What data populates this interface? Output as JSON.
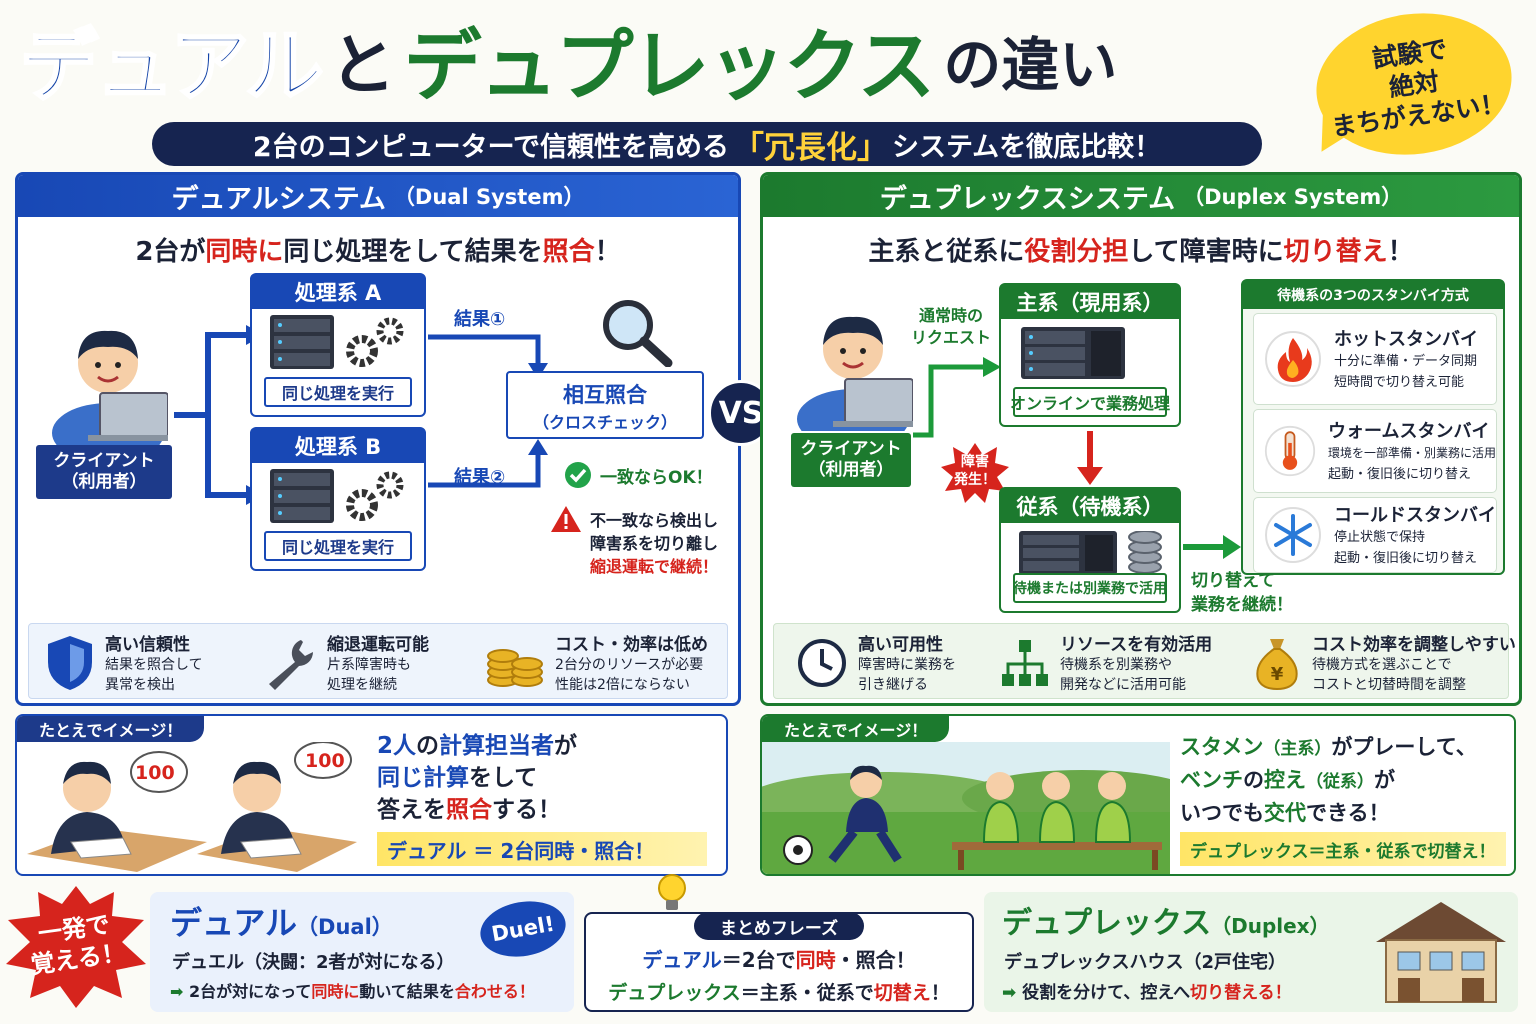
{
  "header": {
    "title_dual": "デュアル",
    "title_to": "と",
    "title_duplex": "デュプレックス",
    "title_tail": "の違い",
    "subtitle_pre": "2台のコンピューターで信頼性を高める",
    "subtitle_hl": "「冗長化」",
    "subtitle_post": "システムを徹底比較！",
    "bubble_l1": "試験で",
    "bubble_l2": "絶対",
    "bubble_l3": "まちがえない！"
  },
  "dual": {
    "head": "デュアルシステム",
    "head_en": "（Dual System）",
    "lead_a": "2台が",
    "lead_b": "同時に",
    "lead_c": "同じ処理をして結果を",
    "lead_d": "照合",
    "lead_e": "！",
    "client_l1": "クライアント",
    "client_l2": "（利用者）",
    "sys_a": "処理系 A",
    "sys_b": "処理系 B",
    "sys_ft": "同じ処理を実行",
    "result1": "結果①",
    "result2": "結果②",
    "cross_l1": "相互照合",
    "cross_l2": "（クロスチェック）",
    "ok": "一致ならOK！",
    "ng_l1": "不一致なら検出し",
    "ng_l2": "障害系を切り離し",
    "ng_l3": "縮退運転で継続！",
    "features": [
      {
        "title": "高い信頼性",
        "l1": "結果を照合して",
        "l2": "異常を検出"
      },
      {
        "title": "縮退運転可能",
        "l1": "片系障害時も",
        "l2": "処理を継続"
      },
      {
        "title": "コスト・効率は低め",
        "l1": "2台分のリソースが必要",
        "l2": "性能は2倍にならない"
      }
    ],
    "image_tag": "たとえでイメージ！",
    "thought": "100",
    "m1a": "2人",
    "m1b": "の",
    "m1c": "計算担当者",
    "m1d": "が",
    "m2a": "同じ計算",
    "m2b": "をして",
    "m3a": "答えを",
    "m3b": "照合",
    "m3c": "する！",
    "summary": "デュアル ＝ 2台同時・照合！"
  },
  "vs": "VS",
  "duplex": {
    "head": "デュプレックスシステム",
    "head_en": "（Duplex System）",
    "lead_a": "主系と従系に",
    "lead_b": "役割分担",
    "lead_c": "して障害時に",
    "lead_d": "切り替え",
    "lead_e": "！",
    "req_l1": "通常時の",
    "req_l2": "リクエスト",
    "client_l1": "クライアント",
    "client_l2": "（利用者）",
    "main_sys": "主系（現用系）",
    "main_ft": "オンラインで業務処理",
    "fault_l1": "障害",
    "fault_l2": "発生！",
    "sub_sys": "従系（待機系）",
    "sub_ft": "待機または別業務で活用",
    "switch_l1": "切り替えて",
    "switch_l2": "業務を継続！",
    "standby_head": "待機系の3つのスタンバイ方式",
    "standbys": [
      {
        "name": "ホットスタンバイ",
        "l1": "十分に準備・データ同期",
        "l2": "短時間で切り替え可能",
        "icon": "fire-icon"
      },
      {
        "name": "ウォームスタンバイ",
        "l1": "環境を一部準備・別業務に活用",
        "l2": "起動・復旧後に切り替え",
        "icon": "thermometer-icon"
      },
      {
        "name": "コールドスタンバイ",
        "l1": "停止状態で保持",
        "l2": "起動・復旧後に切り替え",
        "icon": "snowflake-icon"
      }
    ],
    "features": [
      {
        "title": "高い可用性",
        "l1": "障害時に業務を",
        "l2": "引き継げる"
      },
      {
        "title": "リソースを有効活用",
        "l1": "待機系を別業務や",
        "l2": "開発などに活用可能"
      },
      {
        "title": "コスト効率を調整しやすい",
        "l1": "待機方式を選ぶことで",
        "l2": "コストと切替時間を調整"
      }
    ],
    "image_tag": "たとえでイメージ！",
    "m1a": "スタメン",
    "m1b": "（主系）",
    "m1c": "がプレーして、",
    "m2a": "ベンチ",
    "m2b": "の",
    "m2c": "控え",
    "m2d": "（従系）",
    "m2e": "が",
    "m3a": "いつでも",
    "m3b": "交代",
    "m3c": "できる！",
    "summary": "デュプレックス＝主系・従系で切替え！"
  },
  "bottom": {
    "ippatsu_l1": "一発で",
    "ippatsu_l2": "覚える！",
    "dual_title": "デュアル",
    "dual_en": "（Dual）",
    "duel": "Duel!",
    "dual_l1": "デュエル（決闘：2者が対になる）",
    "dual_l2a": "2台が対になって",
    "dual_l2b": "同時に",
    "dual_l2c": "動いて結果を",
    "dual_l2d": "合わせる！",
    "phrase_head": "まとめフレーズ",
    "phrase_l1a": "デュアル",
    "phrase_l1b": "＝2台で",
    "phrase_l1c": "同時",
    "phrase_l1d": "・照合！",
    "phrase_l2a": "デュプレックス",
    "phrase_l2b": "＝主系・従系で",
    "phrase_l2c": "切替え",
    "phrase_l2d": "！",
    "duplex_title": "デュプレックス",
    "duplex_en": "（Duplex）",
    "duplex_l1": "デュプレックスハウス（2戸住宅）",
    "duplex_l2a": "役割を分けて、控えへ",
    "duplex_l2b": "切り替える！"
  },
  "colors": {
    "dual": "#1848b5",
    "duplex": "#1c7a2e",
    "accent": "#d6241d",
    "navy": "#162450",
    "yellow": "#ffd42e"
  }
}
